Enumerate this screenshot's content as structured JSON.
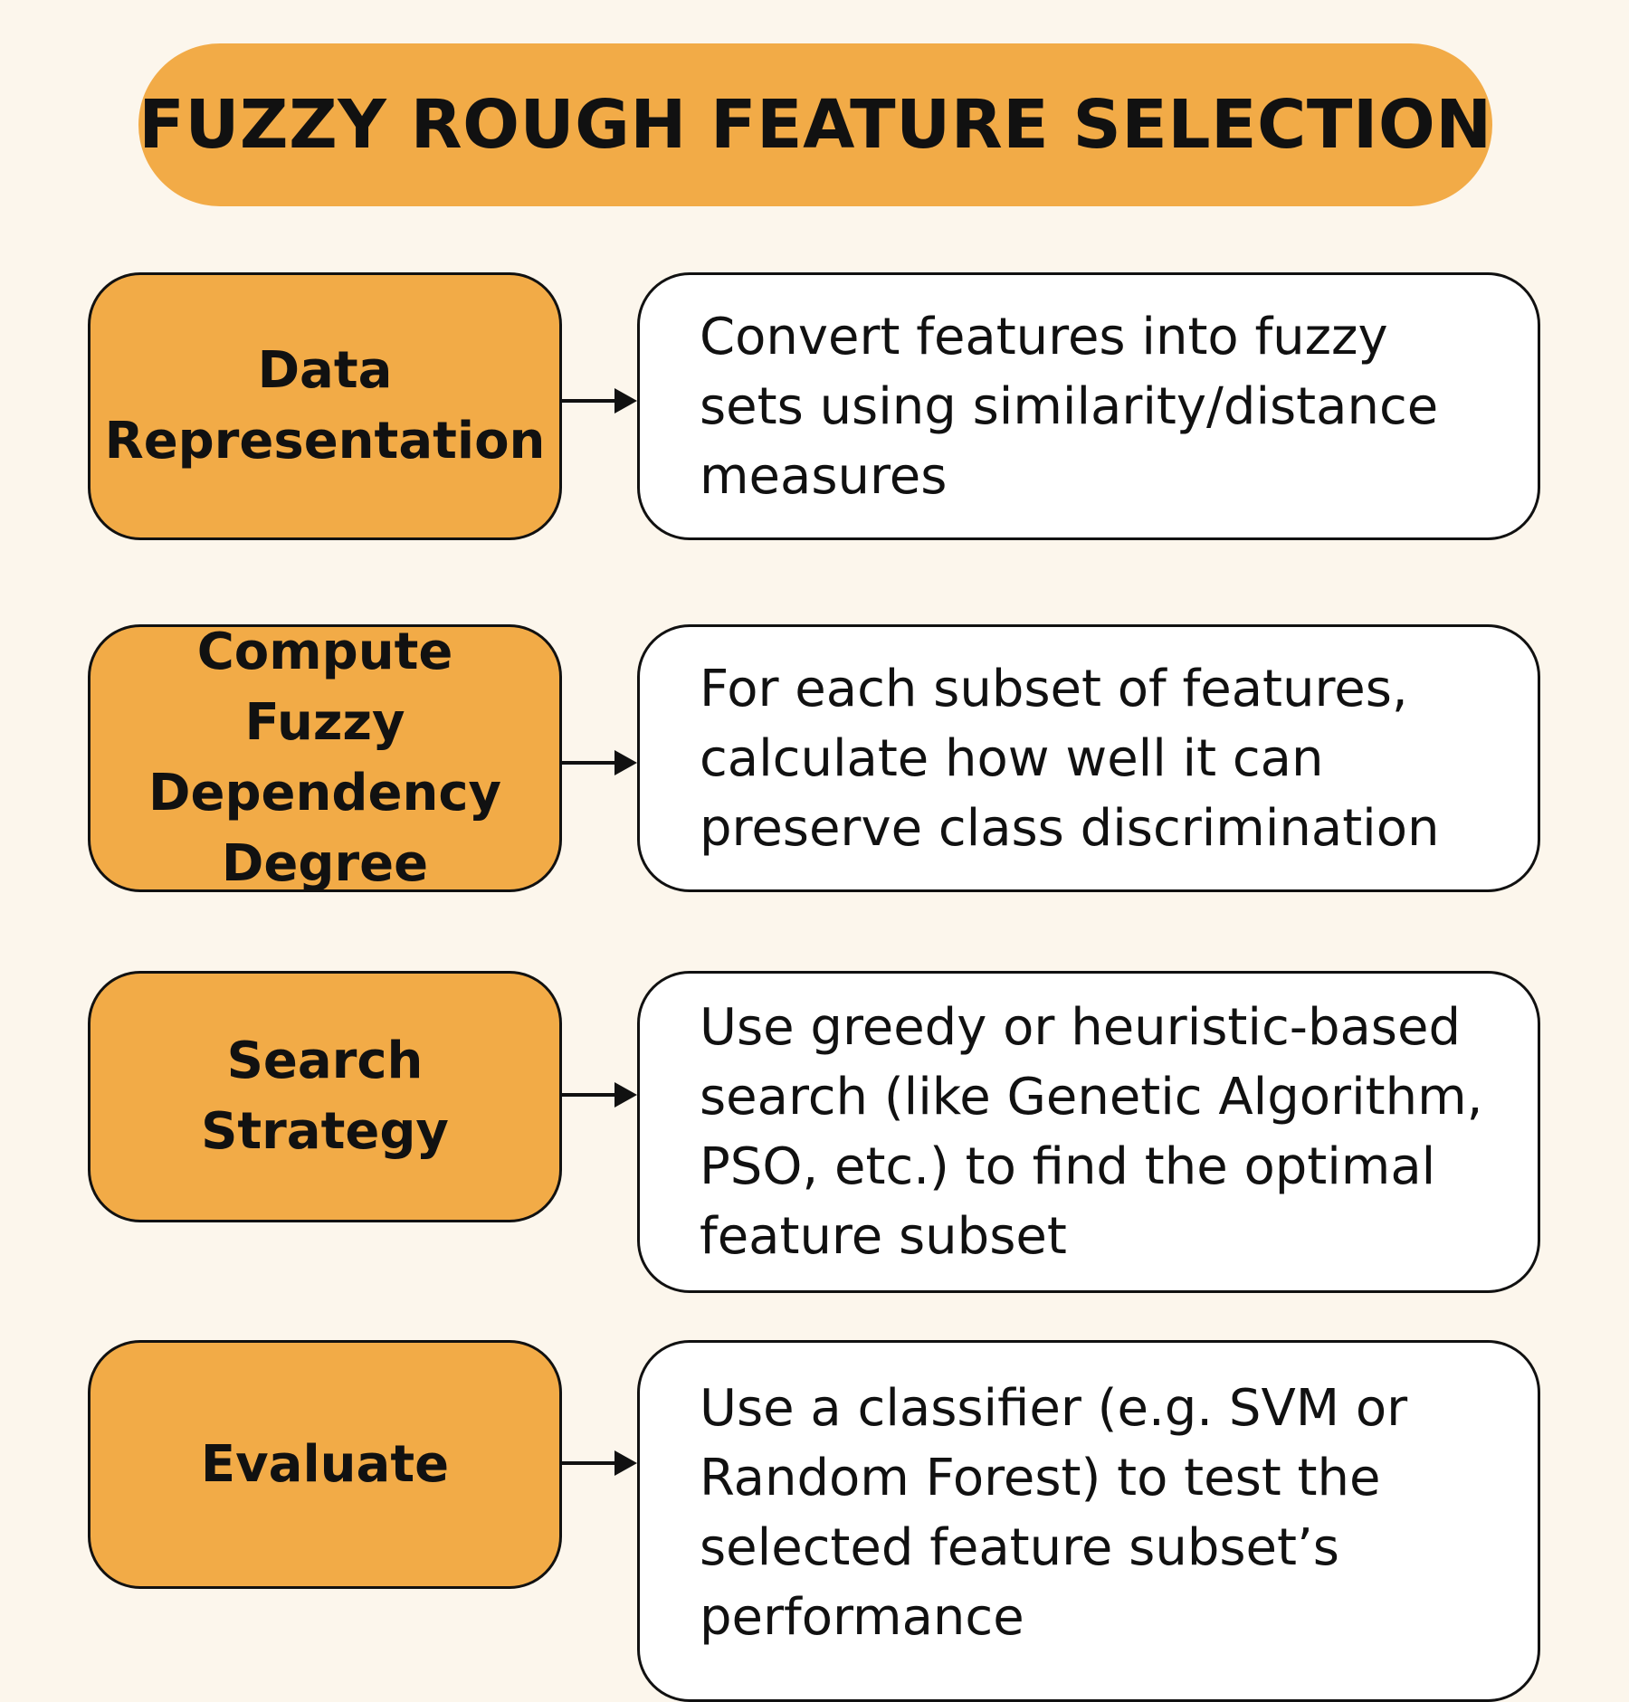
{
  "title": "FUZZY ROUGH FEATURE SELECTION",
  "colors": {
    "background": "#fcf6ec",
    "accent": "#f2ab47",
    "box_fill": "#ffffff",
    "outline": "#111111"
  },
  "steps": [
    {
      "label": "Data\nRepresentation",
      "description": "Convert features into fuzzy sets using similarity/distance measures"
    },
    {
      "label": "Compute\nFuzzy Dependency\nDegree",
      "description": "For each subset of features, calculate how well it can preserve class discrimination"
    },
    {
      "label": "Search\nStrategy",
      "description": "Use greedy or heuristic-based search (like Genetic Algorithm, PSO, etc.) to find the optimal feature subset"
    },
    {
      "label": "Evaluate",
      "description": "Use a classifier (e.g. SVM or Random Forest) to test the selected feature subset’s performance"
    }
  ]
}
